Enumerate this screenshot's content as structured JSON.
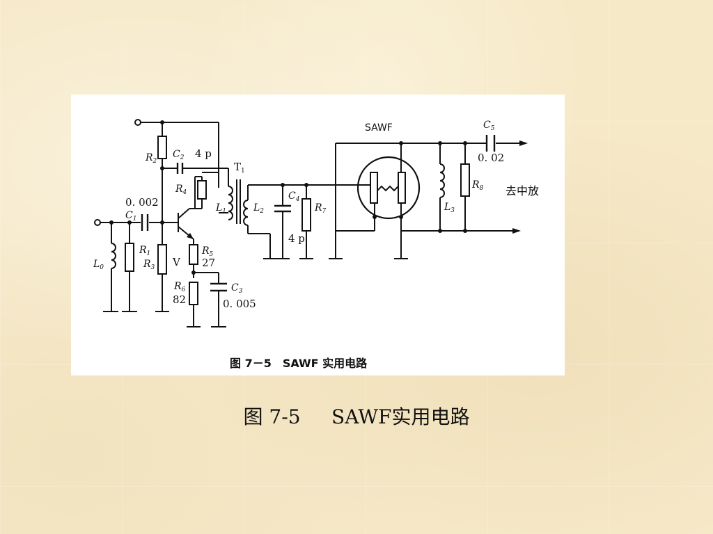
{
  "figure": {
    "inner_caption": "图 7－5　SAWF 实用电路",
    "labels": {
      "R1": "R",
      "R1_sub": "1",
      "R2": "R",
      "R2_sub": "2",
      "R3": "R",
      "R3_sub": "3",
      "R4": "R",
      "R4_sub": "4",
      "R5": "R",
      "R5_sub": "5",
      "R6": "R",
      "R6_sub": "6",
      "R7": "R",
      "R7_sub": "7",
      "R8": "R",
      "R8_sub": "8",
      "C1": "C",
      "C1_sub": "1",
      "C2": "C",
      "C2_sub": "2",
      "C3": "C",
      "C3_sub": "3",
      "C4": "C",
      "C4_sub": "4",
      "C5": "C",
      "C5_sub": "5",
      "L0": "L",
      "L0_sub": "0",
      "L1": "L",
      "L1_sub": "1",
      "L2": "L",
      "L2_sub": "2",
      "L3": "L",
      "L3_sub": "3",
      "T1": "T",
      "T1_sub": "1",
      "V": "V",
      "SAWF": "SAWF",
      "output": "去中放"
    },
    "values": {
      "C1": "0. 002",
      "C2": "4 p",
      "C3": "0. 005",
      "C4": "4 p",
      "C5": "0. 02",
      "R5": "27",
      "R6": "82"
    }
  },
  "caption": "图 7-5     SAWF实用电路"
}
